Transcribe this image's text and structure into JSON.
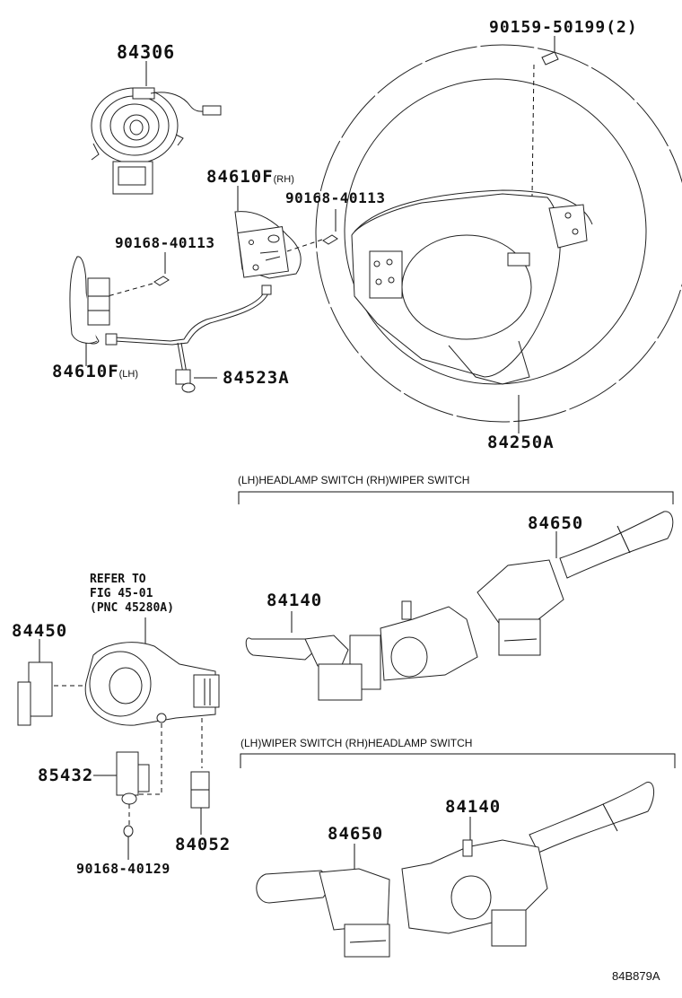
{
  "diagram": {
    "code": "84B879A",
    "parts": {
      "spiral_cable": "84306",
      "screw_top": "90159-50199",
      "screw_top_qty": "(2)",
      "switch_rh": "84610F",
      "switch_rh_suffix": "(RH)",
      "screw_rh": "90168-40113",
      "screw_lh": "90168-40113",
      "switch_lh": "84610F",
      "switch_lh_suffix": "(LH)",
      "wire": "84523A",
      "steering_pad": "84250A",
      "lock_cylinder_switch": "84450",
      "sensor": "85432",
      "nut": "90168-40129",
      "connector": "84052",
      "upper_wiper": "84650",
      "upper_headlamp": "84140",
      "lower_wiper": "84650",
      "lower_headlamp": "84140"
    },
    "reference_note": {
      "line1": "REFER TO",
      "line2": "FIG 45-01",
      "line3": "(PNC 45280A)"
    },
    "sections": {
      "upper": "(LH)HEADLAMP SWITCH (RH)WIPER SWITCH",
      "lower": "(LH)WIPER SWITCH (RH)HEADLAMP SWITCH"
    }
  }
}
